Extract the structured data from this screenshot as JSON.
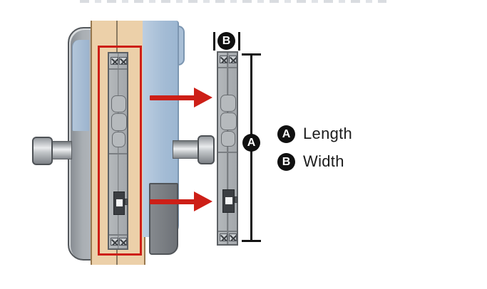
{
  "figure": {
    "subject": "mortise-lock-faceplate-dimension-diagram",
    "markers": {
      "length_symbol": "A",
      "width_symbol": "B"
    },
    "legend": {
      "items": [
        {
          "symbol": "A",
          "label": "Length"
        },
        {
          "symbol": "B",
          "label": "Width"
        }
      ]
    },
    "colors": {
      "highlight_red": "#cd1f17",
      "door_wood_tan": "#ecd0a9",
      "handle_panel_blue": "#aac1d9",
      "faceplate_gray": "#a8acb0",
      "dimension_black": "#141414"
    }
  }
}
